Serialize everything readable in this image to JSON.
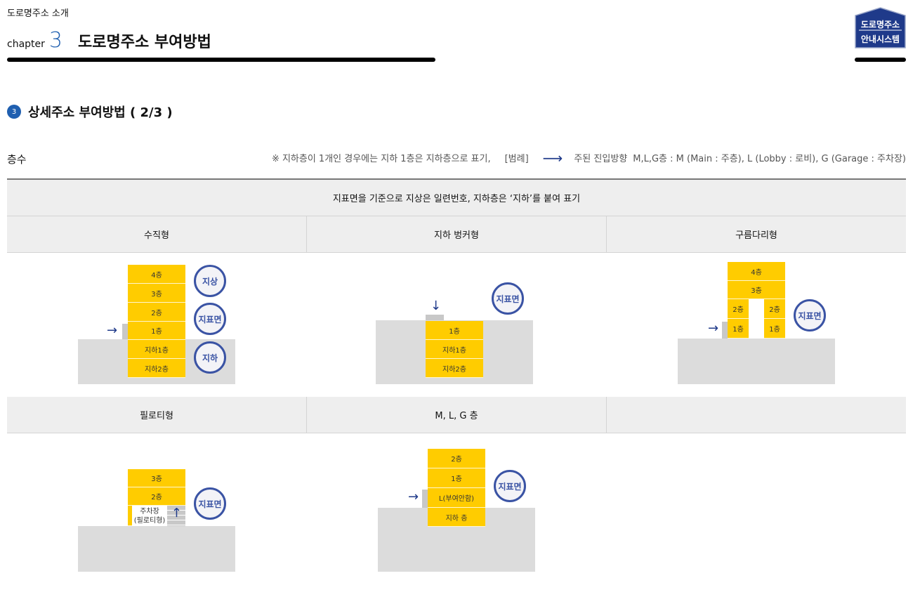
{
  "header": {
    "breadcrumb": "도로명주소 소개",
    "chapter_word": "chapter",
    "chapter_number": "3",
    "chapter_title": "도로명주소 부여방법",
    "logo_line1": "도로명주소",
    "logo_line2": "안내시스템"
  },
  "section": {
    "badge": "3",
    "title": "상세주소 부여방법 ( 2/3 )"
  },
  "floor_label": "층수",
  "legend": {
    "note": "※ 지하층이 1개인 경우에는 지하 1층은 지하층으로 표기,",
    "bracket": "[범례]",
    "arrow": "⟶",
    "arrow_desc": "주된 진입방향",
    "mlg": "M,L,G층 : M (Main : 주층),  L (Lobby : 로비),  G (Garage : 주차장)"
  },
  "table": {
    "caption": "지표면을 기준으로 지상은 일련번호, 지하층은 ‘지하’를 붙여 표기",
    "row1_headers": [
      "수직형",
      "지하 벙커형",
      "구름다리형"
    ],
    "row2_headers": [
      "필로티형",
      "M, L, G 층",
      ""
    ]
  },
  "figures": {
    "vertical": {
      "floors": [
        "4층",
        "3층",
        "2층",
        "1층",
        "지하1층",
        "지하2층"
      ],
      "badges": [
        "지상",
        "지표면",
        "지하"
      ]
    },
    "bunker": {
      "floors": [
        "1층",
        "지하1층",
        "지하2층"
      ],
      "badge": "지표면"
    },
    "bridge": {
      "top_floors": [
        "4층",
        "3층"
      ],
      "left_floors": [
        "2층",
        "1층"
      ],
      "right_floors": [
        "2층",
        "1층"
      ],
      "badge": "지표면"
    },
    "piloti": {
      "floors": [
        "3층",
        "2층"
      ],
      "parking_line1": "주차장",
      "parking_line2": "(필로티형)",
      "badge": "지표면"
    },
    "mlg": {
      "floors": [
        "2층",
        "1층",
        "L(부여안함)",
        "지하 층"
      ],
      "badge": "지표면"
    }
  },
  "colors": {
    "accent_blue": "#1f5fb0",
    "circle_blue": "#3a53a4",
    "floor_yellow": "#ffcc00",
    "ground_gray": "#dcdcdc",
    "header_gray": "#eeeeee"
  }
}
